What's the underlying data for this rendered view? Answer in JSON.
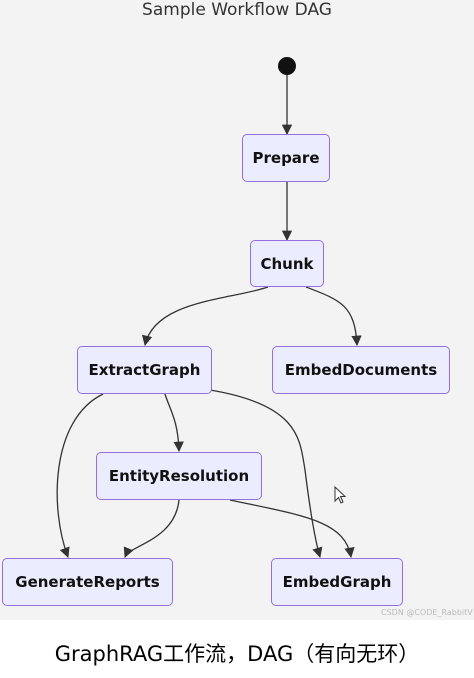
{
  "diagram": {
    "title": "Sample Workflow DAG",
    "nodes": {
      "prepare": "Prepare",
      "chunk": "Chunk",
      "extract_graph": "ExtractGraph",
      "embed_documents": "EmbedDocuments",
      "entity_resolution": "EntityResolution",
      "generate_reports": "GenerateReports",
      "embed_graph": "EmbedGraph"
    },
    "edges": [
      [
        "start",
        "prepare"
      ],
      [
        "prepare",
        "chunk"
      ],
      [
        "chunk",
        "extract_graph"
      ],
      [
        "chunk",
        "embed_documents"
      ],
      [
        "extract_graph",
        "entity_resolution"
      ],
      [
        "extract_graph",
        "generate_reports"
      ],
      [
        "extract_graph",
        "embed_graph"
      ],
      [
        "entity_resolution",
        "generate_reports"
      ],
      [
        "entity_resolution",
        "embed_graph"
      ]
    ],
    "colors": {
      "node_fill": "#ececff",
      "node_border": "#9370db",
      "edge": "#333333",
      "background": "#f3f3f3"
    }
  },
  "caption": "GraphRAG工作流，DAG（有向无环）",
  "watermark": "CSDN @CODE_RabbitV"
}
